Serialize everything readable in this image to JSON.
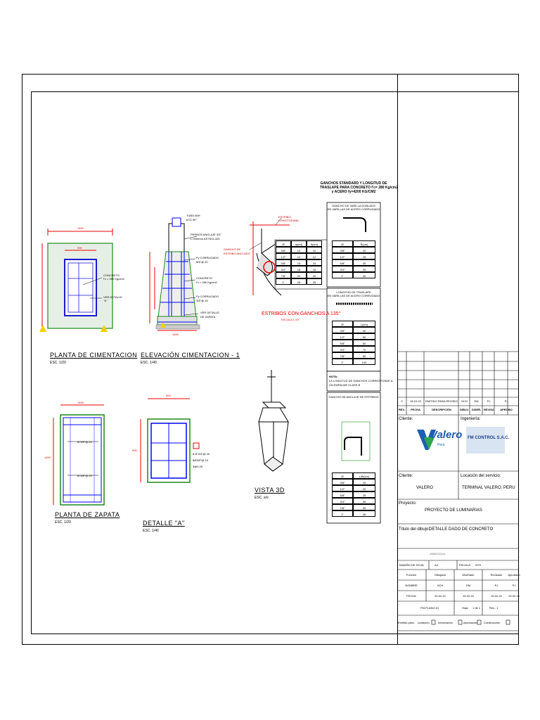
{
  "drawings": {
    "planta_cimentacion": {
      "title": "PLANTA  DE  CIMENTACION",
      "scale": "ESC. 1/20",
      "dim_top": "1400",
      "dim_inner": "900",
      "note1": "CONCRETO",
      "note2": "f'c = 280 Kg/cm2",
      "note3": "VER DETALLE",
      "note4": "\"A\""
    },
    "elevacion": {
      "title": "ELEVACIÓN  CIMENTACION - 1",
      "scale": "ESC. 1/40",
      "n1": "TUBO 60H",
      "n2": "6TO 90°",
      "n3": "PERNOS ANCLAJE 3/4\"",
      "n4": "L=500mm ASTM A-325",
      "n5": "Fy CORRUGADO",
      "n6": "5/8\"@.20",
      "n7": "CONCRETO",
      "n8": "f'c = 280 Kg/cm2",
      "n9": "Fy CORRUGADO",
      "n10": "3/8\"@.15",
      "n11": "VER DETALLE",
      "n12": "DE ZAPATA",
      "dim_bottom": "1400"
    },
    "estribos": {
      "title": "ESTRIBOS  CON  GANCHOS  A  135°",
      "sub": "ESCALA 1:XX",
      "n1": "ESTRIBO",
      "n2": "LONGITUDINAL",
      "n3": "GANCHO DE",
      "n4": "ESTRIBO ANCLADO"
    },
    "planta_zapata": {
      "title": "PLANTA  DE  ZAPATA",
      "scale": "ESC. 1/20",
      "dim_top": "1400",
      "dim_side": "1400",
      "n1": "Ø 5/8\"@.20",
      "n2": "Ø 5/8\"@.20"
    },
    "detalle_a": {
      "title": "DETALLE  \"A\"",
      "scale": "ESC. 1/40",
      "dim_top": "900",
      "dim_side": "900",
      "n1": "8 Ø 3/4\"@.20",
      "n2": "8Ø3/8\"@.10",
      "n3": "3@0.25"
    },
    "vista_3d": {
      "title": "VISTA  3D",
      "scale": "ESC. s/e"
    }
  },
  "ganchos": {
    "title1": "GANCHOS STANDARD Y LONGITUD DE",
    "title2": "TRASLAPE PARA CONCRETO f'c= 280 Kg/cm2",
    "title3": "y ACERO fy=4200 KG/CM2",
    "t1_title": "GANCHO DE VARILLA DOBLADO",
    "t1_sub": "EN VARILLAS DE ACERO CORRUGADO",
    "t1_cols": [
      "Ø",
      "R(cm)"
    ],
    "t1_rows": [
      [
        "3/8\"",
        "20"
      ],
      [
        "1/2\"",
        "25"
      ],
      [
        "5/8\"",
        "30"
      ],
      [
        "3/4\"",
        "35"
      ],
      [
        "1\"",
        "40"
      ]
    ],
    "t2_title": "LONGITUD DE TRASLAPE",
    "t2_sub": "EN VARILLAS DE ACERO CORRUGADO",
    "t2_cols": [
      "Ø",
      "L(cm)"
    ],
    "t2_rows": [
      [
        "3/8\"",
        "40"
      ],
      [
        "1/2\"",
        "50"
      ],
      [
        "5/8\"",
        "60"
      ],
      [
        "3/4\"",
        "70"
      ],
      [
        "7/8\"",
        "80"
      ],
      [
        "1\"",
        "100"
      ]
    ],
    "nota1": "NOTA:",
    "nota2": "LA LONGITUD DE GANCHOS CORRESPONDE A",
    "nota3": "UN EMPALME CLASE B",
    "t3_title": "GANCHO DE ANCLAJE DE ESTRIBOS",
    "t3_cols": [
      "Ø",
      "Ldh(cm)"
    ],
    "t3_rows": [
      [
        "3/8\"",
        "15"
      ],
      [
        "1/2\"",
        "20"
      ],
      [
        "5/8\"",
        "25"
      ],
      [
        "3/4\"",
        "30"
      ],
      [
        "7/8\"",
        "35"
      ],
      [
        "1\"",
        "40"
      ]
    ],
    "mini_cols": [
      "Ø",
      "a(cm)",
      "b(cm)"
    ],
    "mini_rows": [
      [
        "3/8\"",
        "10",
        "10"
      ],
      [
        "1/2\"",
        "12",
        "12"
      ],
      [
        "5/8\"",
        "15",
        "15"
      ],
      [
        "3/4\"",
        "18",
        "18"
      ],
      [
        "7/8\"",
        "20",
        "20"
      ],
      [
        "1\"",
        "25",
        "25"
      ]
    ]
  },
  "title_block": {
    "revision": {
      "num": "0",
      "fecha": "04.10.23",
      "desc": "EMITIDO PARA REVISION",
      "dib": "HCH",
      "dis": "EM",
      "rev": "PJ",
      "apr": "PJ"
    },
    "rev_headers": [
      "REV.",
      "FECHA",
      "DESCRIPCIÓN",
      "DIBUJ.",
      "DISEÑ.",
      "REVISADO",
      "APROBO"
    ],
    "cliente_label": "Cliente:",
    "ingenieria_label": "Ingeniería:",
    "logo_client": "Valero",
    "logo_client_sub": "Perú",
    "logo_eng": "FM CONTROL S.A.C.",
    "cliente2_label": "Cliente:",
    "cliente_value": "VALERO",
    "locacion_label": "Locación del servicio:",
    "locacion_value": "TERMINAL VALERO, PERU",
    "proyecto_label": "Proyecto:",
    "proyecto_value": "PROYECTO DE LUMINARIAS",
    "titulo_label": "Título del dibujo:",
    "titulo_value": "DETALLE DADO DE CONCRETO",
    "numero_value": "-4500211144",
    "tamano_label": "TAMAÑO DE HOJA:",
    "tamano_value": "A4",
    "escala_label": "ESCALA:",
    "escala_value": "NTS",
    "sig_headers": [
      "Función",
      "Dibujado",
      "Diseñado",
      "Revisado",
      "Aprobado"
    ],
    "sig_nombre": [
      "NOMBRE",
      "HCH",
      "EM",
      "PJ",
      "PJ"
    ],
    "sig_fecha": [
      "FECHA",
      "20.02.24",
      "20.02.24",
      "20.02.24",
      "20.02.24"
    ],
    "codigo": "FM-PLANO-01",
    "hoja_label": "Hoja:",
    "hoja_value": "1 de 1",
    "rev_label": "Rev.:",
    "rev_value": "1",
    "emit_label": "Emitido para:",
    "emit_opts": [
      "Licitación",
      "Información",
      "Aprobación",
      "Construcción"
    ]
  }
}
